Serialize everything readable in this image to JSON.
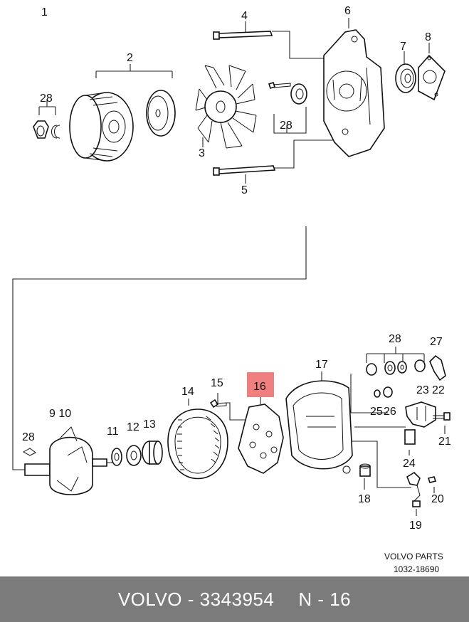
{
  "labels": {
    "p1": "1",
    "p2": "2",
    "p3": "3",
    "p4": "4",
    "p5": "5",
    "p6": "6",
    "p7": "7",
    "p8": "8",
    "p28a": "28",
    "p28b": "28",
    "p28c": "28",
    "p28d": "28",
    "p9_10": "9 10",
    "p11": "11",
    "p12": "12",
    "p13": "13",
    "p14": "14",
    "p15": "15",
    "p16": "16",
    "p17": "17",
    "p18": "18",
    "p19": "19",
    "p20": "20",
    "p21": "21",
    "p22": "22",
    "p23": "23",
    "p24": "24",
    "p25": "25",
    "p26": "26",
    "p27": "27"
  },
  "highlight": {
    "label": "16",
    "color": "#f08080"
  },
  "caption": {
    "line1": "VOLVO PARTS",
    "line2": "1032-18690"
  },
  "footer": {
    "brand": "VOLVO - 3343954",
    "ref": "N - 16",
    "background": "#7b7b7b"
  }
}
